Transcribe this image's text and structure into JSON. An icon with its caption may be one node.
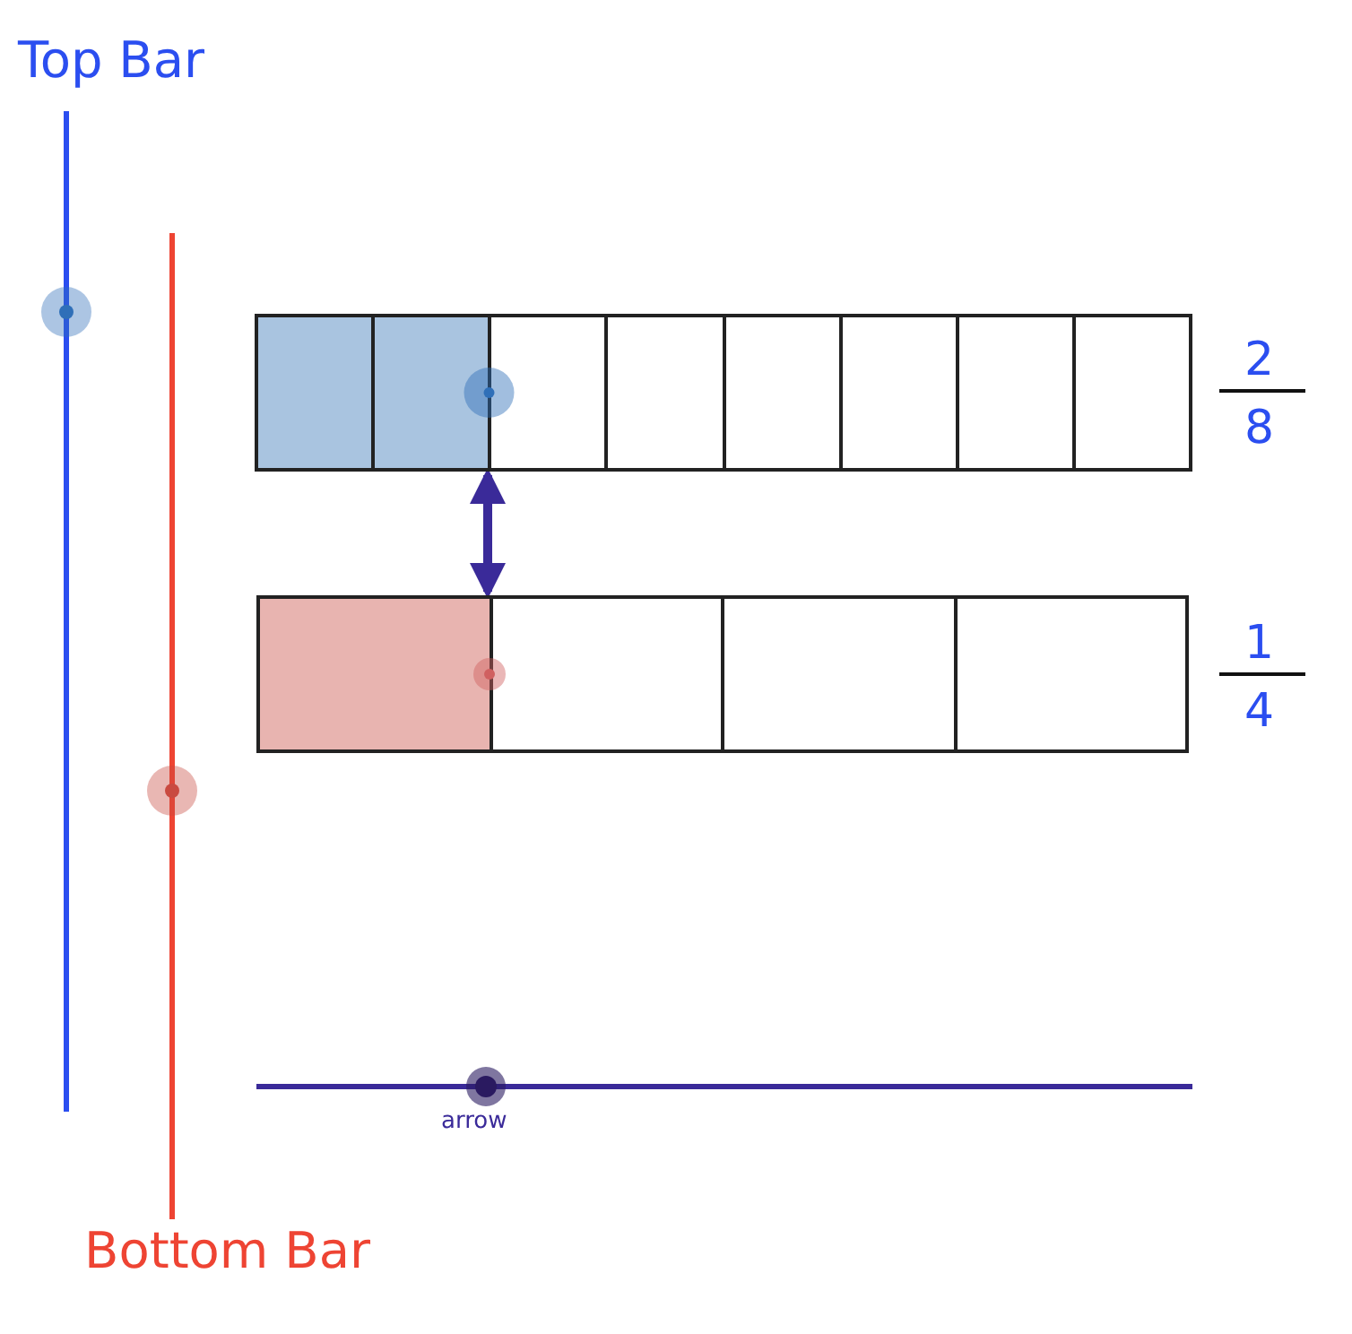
{
  "diagram": {
    "nodes": [
      {
        "text": [],
        "shape": "bar"
      },
      {
        "text": [],
        "shape": "bar"
      }
    ],
    "edges": [
      {
        "from": 0,
        "to": 1,
        "arrow": "both"
      }
    ],
    "labels": [
      "Top Bar",
      "2",
      "8",
      "1",
      "4",
      "arrow",
      "Bottom Bar"
    ]
  }
}
